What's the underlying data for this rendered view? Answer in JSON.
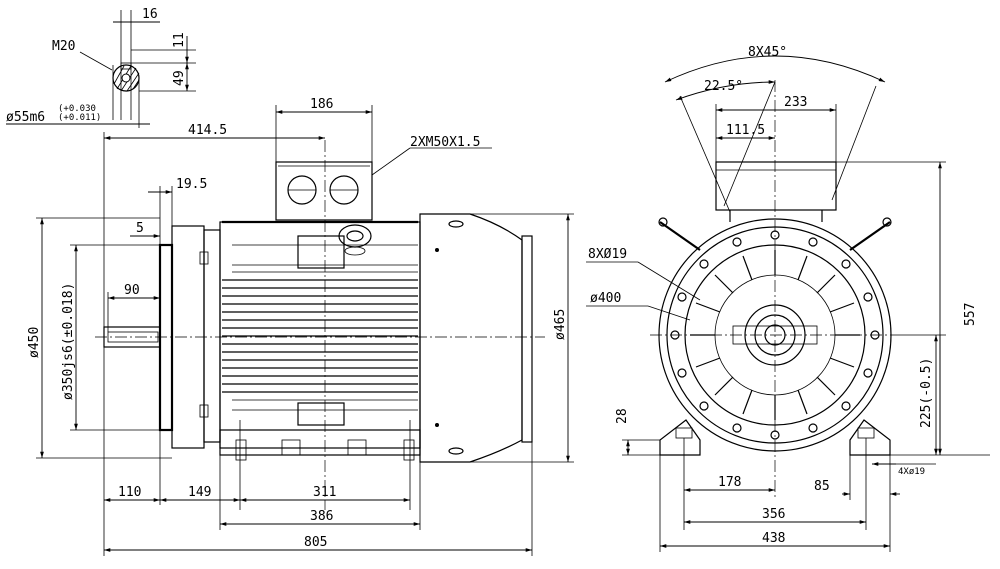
{
  "shaft_detail": {
    "key_width": "16",
    "key_depth": "11",
    "key_height": "49",
    "thread": "M20",
    "shaft_dia": "ø55m6",
    "tol_upper": "(+0.030",
    "tol_lower": "(+0.011)"
  },
  "side_view": {
    "terminal_box_width": "186",
    "shaft_to_box": "414.5",
    "cable_glands": "2XM50X1.5",
    "flange_thickness": "19.5",
    "spigot": "5",
    "key_length": "90",
    "flange_dia": "ø450",
    "spigot_dia": "ø350js6(±0.018)",
    "pcd_label": "ø465",
    "shaft_length": "110",
    "flange_to_foot": "149",
    "foot_holes_spacing": "311",
    "foot_length": "386",
    "overall_length": "805"
  },
  "end_view": {
    "hole_angle": "8X45°",
    "half_angle": "22.5°",
    "box_width": "233",
    "box_half": "111.5",
    "flange_holes": "8XØ19",
    "pcd": "ø400",
    "overall_height": "557",
    "shaft_height": "225(-0.5)",
    "foot_thickness": "28",
    "half_track": "178",
    "foot_width": "85",
    "foot_holes": "4Xø19",
    "track": "356",
    "overall_width": "438"
  }
}
